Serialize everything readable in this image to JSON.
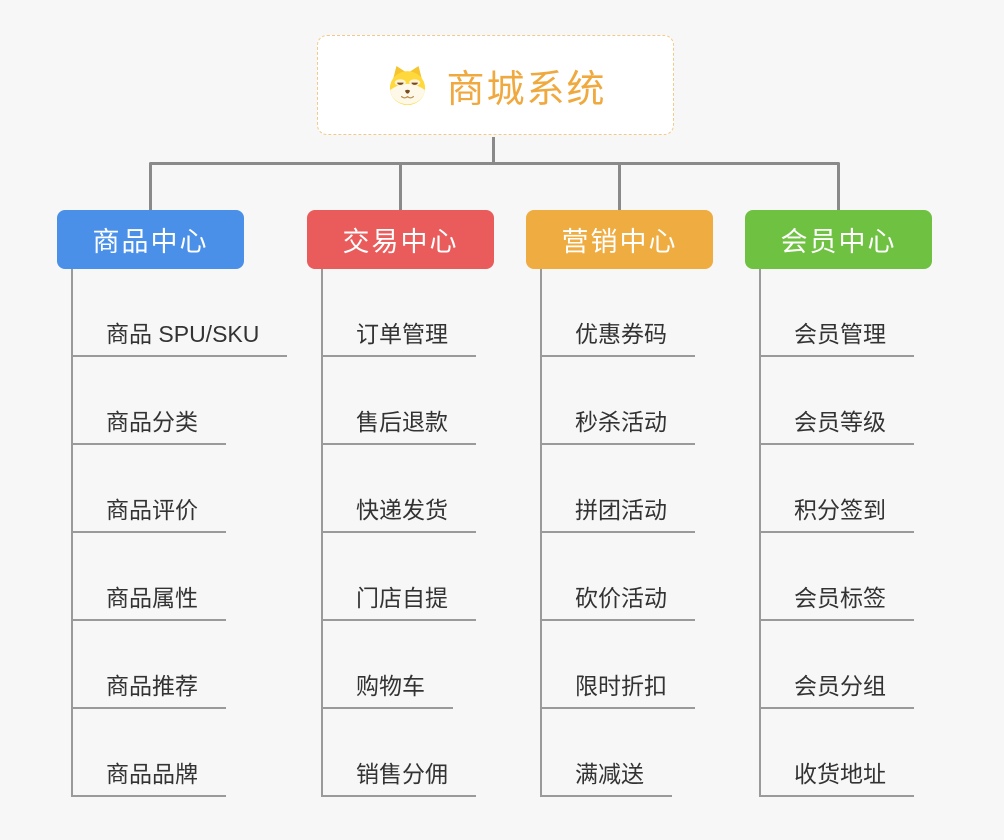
{
  "canvas": {
    "background": "#f7f7f7",
    "connector_color": "#8a8a8a",
    "branch_line_color": "#9a9a9a"
  },
  "root": {
    "label": "商城系统",
    "icon": "dog-face-icon",
    "text_color": "#efa93f",
    "border_color": "#f3c988",
    "background": "#ffffff"
  },
  "branches": [
    {
      "id": "product-center",
      "label": "商品中心",
      "color": "#4a90e8",
      "text_color": "#ffffff",
      "children": [
        "商品 SPU/SKU",
        "商品分类",
        "商品评价",
        "商品属性",
        "商品推荐",
        "商品品牌"
      ]
    },
    {
      "id": "trade-center",
      "label": "交易中心",
      "color": "#ea5b5b",
      "text_color": "#ffffff",
      "children": [
        "订单管理",
        "售后退款",
        "快递发货",
        "门店自提",
        "购物车",
        "销售分佣"
      ]
    },
    {
      "id": "marketing-center",
      "label": "营销中心",
      "color": "#efac40",
      "text_color": "#ffffff",
      "children": [
        "优惠券码",
        "秒杀活动",
        "拼团活动",
        "砍价活动",
        "限时折扣",
        "满减送"
      ]
    },
    {
      "id": "member-center",
      "label": "会员中心",
      "color": "#6fc142",
      "text_color": "#ffffff",
      "children": [
        "会员管理",
        "会员等级",
        "积分签到",
        "会员标签",
        "会员分组",
        "收货地址"
      ]
    }
  ],
  "child_text_color": "#333333"
}
